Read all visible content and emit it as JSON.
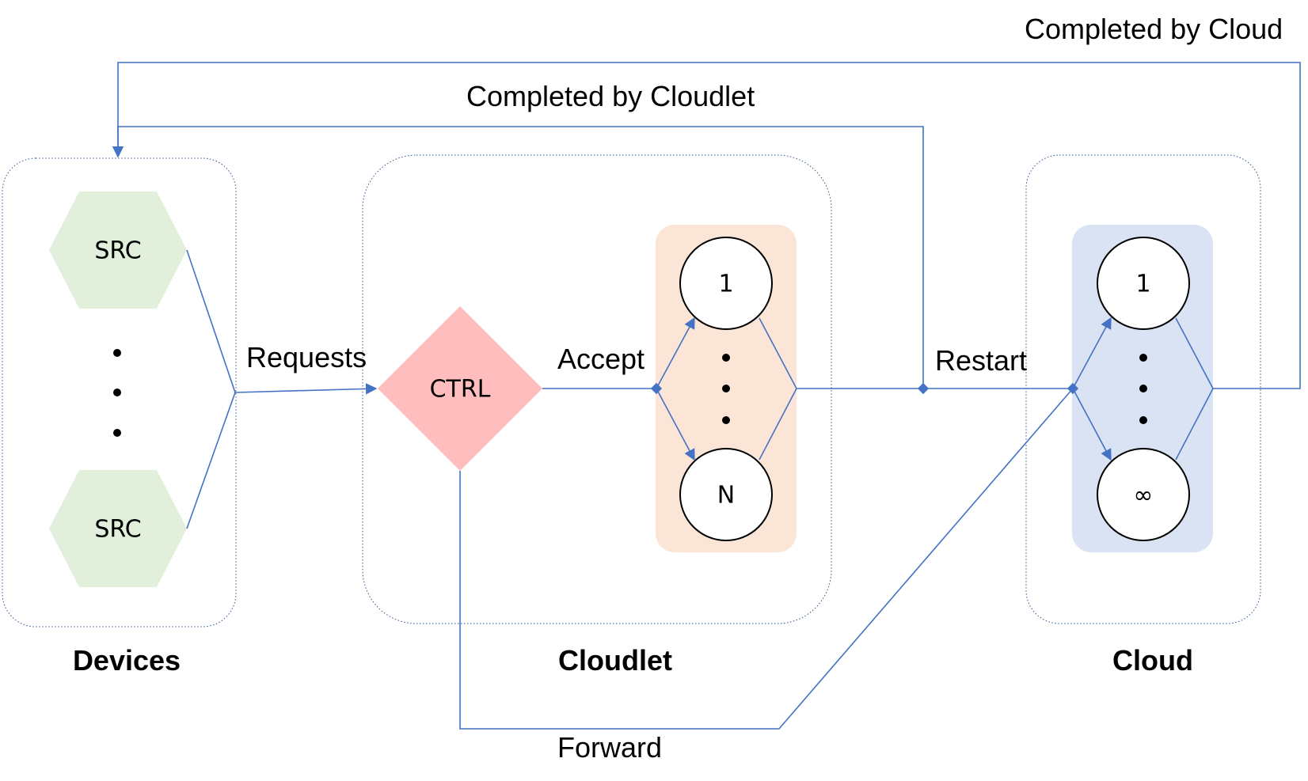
{
  "groups": {
    "devices": "Devices",
    "cloudlet": "Cloudlet",
    "cloud": "Cloud"
  },
  "nodes": {
    "src_top": "SRC",
    "src_bottom": "SRC",
    "ctrl": "CTRL",
    "cloudlet_server_first": "1",
    "cloudlet_server_last": "N",
    "cloud_server_first": "1",
    "cloud_server_last": "∞"
  },
  "edges": {
    "requests": "Requests",
    "accept": "Accept",
    "restart": "Restart",
    "forward": "Forward",
    "completed_cloudlet": "Completed by Cloudlet",
    "completed_cloud": "Completed by Cloud"
  },
  "colors": {
    "wire": "#4472c4",
    "src_fill": "#e2efda",
    "ctrl_fill": "#ffbdbd",
    "cloudlet_pool_fill": "#fbe5d6",
    "cloud_pool_fill": "#dae3f3"
  }
}
